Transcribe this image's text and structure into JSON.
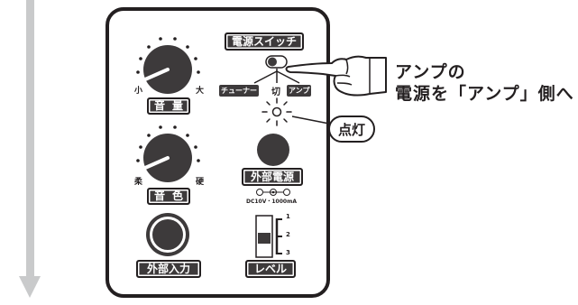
{
  "knobs": {
    "volume": {
      "label": "音量",
      "min_label": "小",
      "max_label": "大"
    },
    "tone": {
      "label": "音色",
      "min_label": "柔",
      "max_label": "硬"
    }
  },
  "power_switch": {
    "label": "電源スイッチ",
    "positions": {
      "tuner": "チューナー",
      "off": "切",
      "amp": "アンプ"
    }
  },
  "indicator": {
    "badge": "点灯"
  },
  "external_power": {
    "label": "外部電源",
    "spec": "DC10V・1000mA"
  },
  "external_input": {
    "label": "外部入力"
  },
  "level": {
    "label": "レベル",
    "ticks": [
      "1",
      "2",
      "3"
    ]
  },
  "instruction": {
    "line1": "アンプの",
    "line2": "電源を「アンプ」側へ"
  },
  "colors": {
    "panel_border": "#231f20",
    "label_bg": "#3d3a3b",
    "arrow": "#c9cacb"
  }
}
